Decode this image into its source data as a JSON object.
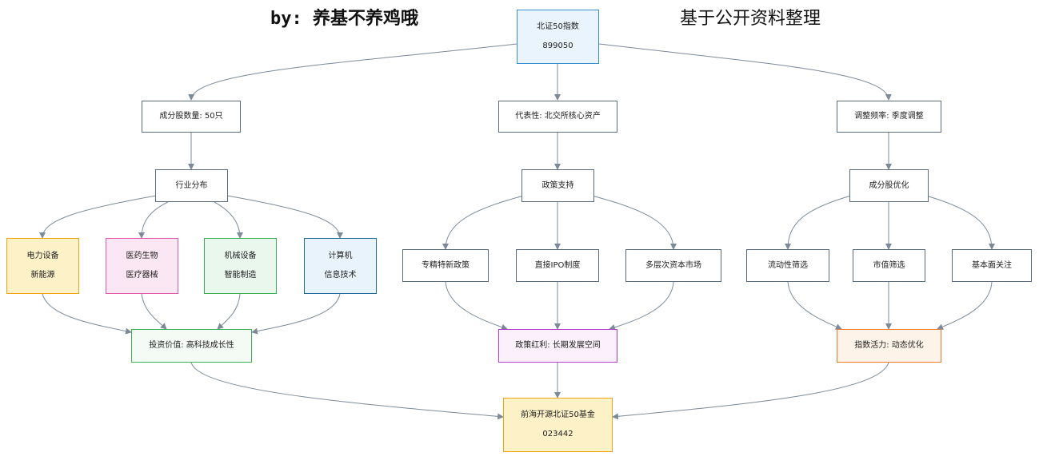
{
  "header": {
    "author": "by: 养基不养鸡哦",
    "source": "基于公开资料整理"
  },
  "nodes": {
    "root": {
      "line1": "北证50指数",
      "line2": "899050"
    },
    "count": {
      "line1": "成分股数量: 50只"
    },
    "represent": {
      "line1": "代表性: 北交所核心资产"
    },
    "freq": {
      "line1": "调整频率: 季度调整"
    },
    "industry": {
      "line1": "行业分布"
    },
    "policy": {
      "line1": "政策支持"
    },
    "optimize": {
      "line1": "成分股优化"
    },
    "power": {
      "line1": "电力设备",
      "line2": "新能源"
    },
    "pharma": {
      "line1": "医药生物",
      "line2": "医疗器械"
    },
    "machinery": {
      "line1": "机械设备",
      "line2": "智能制造"
    },
    "computer": {
      "line1": "计算机",
      "line2": "信息技术"
    },
    "srsn": {
      "line1": "专精特新政策"
    },
    "ipo": {
      "line1": "直接IPO制度"
    },
    "multilevel": {
      "line1": "多层次资本市场"
    },
    "liquidity": {
      "line1": "流动性筛选"
    },
    "mktcap": {
      "line1": "市值筛选"
    },
    "fundamental": {
      "line1": "基本面关注"
    },
    "value": {
      "line1": "投资价值: 高科技成长性"
    },
    "dividend": {
      "line1": "政策红利: 长期发展空间"
    },
    "vitality": {
      "line1": "指数活力: 动态优化"
    },
    "fund": {
      "line1": "前海开源北证50基金",
      "line2": "023442"
    }
  },
  "colors": {
    "edge": "#7c8a99",
    "root_border": "#3a8fd0",
    "power_border": "#f2a414",
    "pharma_border": "#e35aa8",
    "machinery_border": "#3bb056",
    "computer_border": "#1f6c98",
    "dividend_border": "#b33ccc",
    "vitality_border": "#f07a2a"
  }
}
